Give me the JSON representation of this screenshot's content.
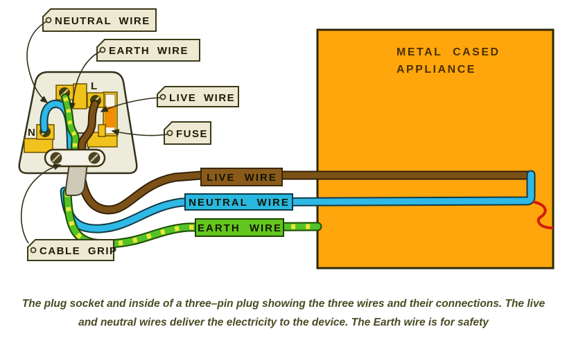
{
  "tags": {
    "neutral": "NEUTRAL WIRE",
    "earth": "EARTH WIRE",
    "live": "LIVE WIRE",
    "fuse": "FUSE",
    "cable_grip": "CABLE GRIP"
  },
  "plug": {
    "terminal_n": "N",
    "terminal_l": "L"
  },
  "wire_labels": {
    "live": "LIVE WIRE",
    "neutral": "NEUTRAL WIRE",
    "earth": "EARTH WIRE"
  },
  "appliance": {
    "line1": "METAL CASED",
    "line2": "APPLIANCE"
  },
  "caption": {
    "line1": "The plug socket and inside of a three–pin plug showing the three wires and their connections. The live",
    "line2": "and neutral wires deliver the electricity to the device. The Earth wire is for safety"
  },
  "colors": {
    "live_wire": "#7c5117",
    "neutral_wire": "#2fb9e6",
    "earth_wire": "#54c227",
    "earth_stripe": "#ece73a",
    "red_wire": "#d21c0c",
    "appliance_orange": "#ffa60d",
    "terminal_yellow": "#f2c21c",
    "fuse_orange": "#f28c00",
    "plug_body": "#edebda",
    "tag_cream": "#ede9d2",
    "live_box": "#8a5a1a",
    "neutral_box": "#29b8e0",
    "earth_box": "#62c61e"
  }
}
